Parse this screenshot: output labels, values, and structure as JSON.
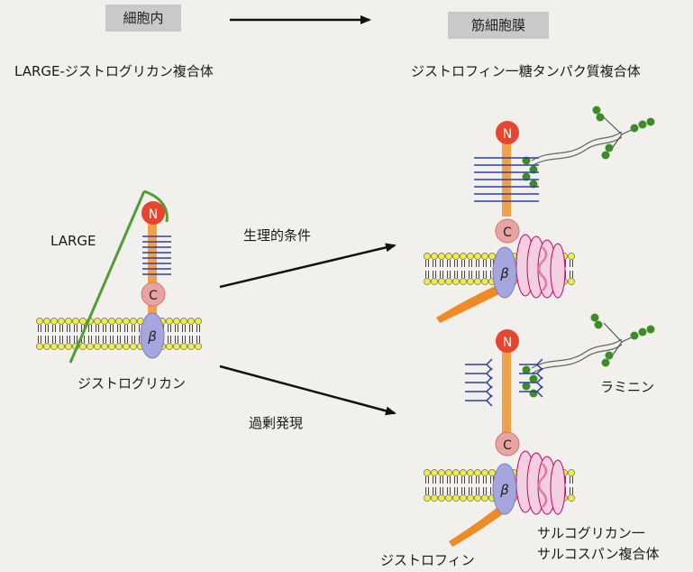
{
  "header": {
    "from_label": "細胞内",
    "to_label": "筋細胞膜"
  },
  "titles": {
    "left": "LARGE-ジストログリカン複合体",
    "right": "ジストロフィン一糖タンパク質複合体"
  },
  "labels": {
    "large": "LARGE",
    "dystroglycan": "ジストログリカン",
    "physiological": "生理的条件",
    "overexpression": "過剰発現",
    "laminin": "ラミニン",
    "sarcoglycan_line1": "サルコグリカン一",
    "sarcoglycan_line2": "サルコスパン複合体",
    "dystrophin": "ジストロフィン"
  },
  "glyphs": {
    "n": "N",
    "c": "C",
    "beta": "β"
  },
  "colors": {
    "background": "#f1f0ec",
    "n_domain": "#e8452f",
    "c_domain": "#e9a3a3",
    "beta_subunit": "#a6a6df",
    "stalk": "#f0a24a",
    "glycan_lines": "#2f3da8",
    "large_enzyme": "#4e9e32",
    "laminin_beads": "#3e8c26",
    "membrane_heads": "#f0ec45",
    "sarcoglycan": "#e07aa8",
    "dystrophin": "#ef8a25"
  }
}
